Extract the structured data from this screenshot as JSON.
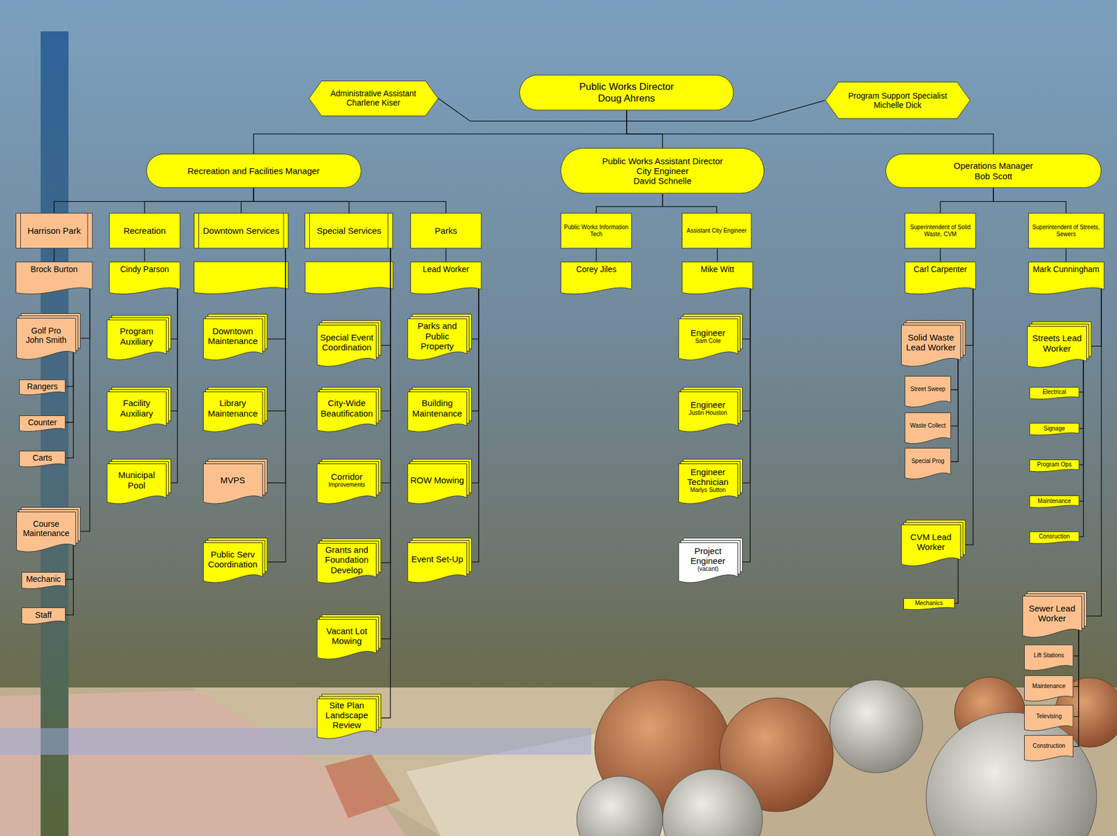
{
  "diagram": {
    "nodes": [
      {
        "text": [
          "Administrative Assistant",
          "Charlene Kiser"
        ]
      },
      {
        "text": [
          "Public Works Director",
          "Doug Ahrens"
        ]
      },
      {
        "text": [
          "Program Support Specialist",
          "Michelle Dick"
        ]
      },
      {
        "text": [
          "Recreation and Facilities Manager"
        ]
      },
      {
        "text": [
          "Public Works Assistant Director",
          "City Engineer",
          "David Schnelle"
        ]
      },
      {
        "text": [
          "Operations Manager",
          "Bob Scott"
        ]
      },
      {
        "text": [
          "Harrison Park"
        ]
      },
      {
        "text": [
          "Recreation"
        ]
      },
      {
        "text": [
          "Downtown Services"
        ]
      },
      {
        "text": [
          "Special Services"
        ]
      },
      {
        "text": [
          "Parks"
        ]
      },
      {
        "text": [
          "Public Works Information Tech"
        ]
      },
      {
        "text": [
          "Assistant City Engineer"
        ]
      },
      {
        "text": [
          "Superintendent of Solid Waste, CVM"
        ]
      },
      {
        "text": [
          "Superintendent of Streets, Sewers"
        ]
      },
      {
        "text": [
          "Brock Burton"
        ]
      },
      {
        "text": [
          "Cindy Parson"
        ]
      },
      {
        "text": [
          "Lead Worker"
        ]
      },
      {
        "text": [
          "Corey Jiles"
        ]
      },
      {
        "text": [
          "Mike Witt"
        ]
      },
      {
        "text": [
          "Carl Carpenter"
        ]
      },
      {
        "text": [
          "Mark Cunningham"
        ]
      },
      {
        "text": [
          "Golf Pro",
          "John Smith"
        ]
      },
      {
        "text": [
          "Rangers"
        ]
      },
      {
        "text": [
          "Counter"
        ]
      },
      {
        "text": [
          "Carts"
        ]
      },
      {
        "text": [
          "Course Maintenance"
        ]
      },
      {
        "text": [
          "Mechanic"
        ]
      },
      {
        "text": [
          "Staff"
        ]
      },
      {
        "text": [
          "Program Auxiliary"
        ]
      },
      {
        "text": [
          "Facility Auxiliary"
        ]
      },
      {
        "text": [
          "Municipal Pool"
        ]
      },
      {
        "text": [
          "Downtown Maintenance"
        ]
      },
      {
        "text": [
          "Library Maintenance"
        ]
      },
      {
        "text": [
          "MVPS"
        ]
      },
      {
        "text": [
          "Public Serv Coordination"
        ]
      },
      {
        "text": [
          "Special Event Coordination"
        ]
      },
      {
        "text": [
          "City-Wide Beautification"
        ]
      },
      {
        "text": [
          "Corridor",
          "Improvements"
        ]
      },
      {
        "text": [
          "Grants and Foundation Develop"
        ]
      },
      {
        "text": [
          "Vacant Lot Mowing"
        ]
      },
      {
        "text": [
          "Site Plan Landscape Review"
        ]
      },
      {
        "text": [
          "Parks and Public Property"
        ]
      },
      {
        "text": [
          "Building Maintenance"
        ]
      },
      {
        "text": [
          "ROW Mowing"
        ]
      },
      {
        "text": [
          "Event Set-Up"
        ]
      },
      {
        "text": [
          "Engineer",
          "Sam Cole"
        ]
      },
      {
        "text": [
          "Engineer",
          "Justin Houston"
        ]
      },
      {
        "text": [
          "Engineer Technician",
          "Marlys Sutton"
        ]
      },
      {
        "text": [
          "Project Engineer",
          "(vacant)"
        ]
      },
      {
        "text": [
          "Solid Waste Lead Worker"
        ]
      },
      {
        "text": [
          "Street Sweep"
        ]
      },
      {
        "text": [
          "Waste Collect"
        ]
      },
      {
        "text": [
          "Special Prog"
        ]
      },
      {
        "text": [
          "CVM Lead Worker"
        ]
      },
      {
        "text": [
          "Mechanics"
        ]
      },
      {
        "text": [
          "Streets Lead Worker"
        ]
      },
      {
        "text": [
          "Electrical"
        ]
      },
      {
        "text": [
          "Signage"
        ]
      },
      {
        "text": [
          "Program Ops"
        ]
      },
      {
        "text": [
          "Maintenance"
        ]
      },
      {
        "text": [
          "Consruction"
        ]
      },
      {
        "text": [
          "Sewer Lead Worker"
        ]
      },
      {
        "text": [
          "Lift Stations"
        ]
      },
      {
        "text": [
          "Maintenance"
        ]
      },
      {
        "text": [
          "Televising"
        ]
      },
      {
        "text": [
          "Construction"
        ]
      }
    ],
    "edges": [
      {
        "from": 1,
        "to": 0,
        "arrow": "none"
      },
      {
        "from": 1,
        "to": 2,
        "arrow": "none"
      },
      {
        "from": 1,
        "to": 3,
        "arrow": "none"
      },
      {
        "from": 1,
        "to": 4,
        "arrow": "none"
      },
      {
        "from": 1,
        "to": 5,
        "arrow": "none"
      },
      {
        "from": 3,
        "to": 6,
        "arrow": "none"
      },
      {
        "from": 3,
        "to": 7,
        "arrow": "none"
      },
      {
        "from": 3,
        "to": 8,
        "arrow": "none"
      },
      {
        "from": 3,
        "to": 9,
        "arrow": "none"
      },
      {
        "from": 3,
        "to": 10,
        "arrow": "none"
      },
      {
        "from": 4,
        "to": 11,
        "arrow": "none"
      },
      {
        "from": 4,
        "to": 12,
        "arrow": "none"
      },
      {
        "from": 5,
        "to": 13,
        "arrow": "none"
      },
      {
        "from": 5,
        "to": 14,
        "arrow": "none"
      },
      {
        "from": 6,
        "to": 15,
        "arrow": "none"
      },
      {
        "from": 7,
        "to": 16,
        "arrow": "none"
      },
      {
        "from": 10,
        "to": 17,
        "arrow": "none"
      },
      {
        "from": 11,
        "to": 18,
        "arrow": "none"
      },
      {
        "from": 12,
        "to": 19,
        "arrow": "none"
      },
      {
        "from": 13,
        "to": 20,
        "arrow": "none"
      },
      {
        "from": 14,
        "to": 21,
        "arrow": "none"
      },
      {
        "from": 15,
        "to": 22,
        "arrow": "none"
      },
      {
        "from": 22,
        "to": 23,
        "arrow": "none"
      },
      {
        "from": 22,
        "to": 24,
        "arrow": "none"
      },
      {
        "from": 22,
        "to": 25,
        "arrow": "none"
      },
      {
        "from": 15,
        "to": 26,
        "arrow": "none"
      },
      {
        "from": 26,
        "to": 27,
        "arrow": "none"
      },
      {
        "from": 26,
        "to": 28,
        "arrow": "none"
      },
      {
        "from": 16,
        "to": 29,
        "arrow": "none"
      },
      {
        "from": 16,
        "to": 30,
        "arrow": "none"
      },
      {
        "from": 16,
        "to": 31,
        "arrow": "none"
      },
      {
        "from": 8,
        "to": 32,
        "arrow": "none"
      },
      {
        "from": 8,
        "to": 33,
        "arrow": "none"
      },
      {
        "from": 8,
        "to": 34,
        "arrow": "none"
      },
      {
        "from": 8,
        "to": 35,
        "arrow": "none"
      },
      {
        "from": 9,
        "to": 36,
        "arrow": "none"
      },
      {
        "from": 9,
        "to": 37,
        "arrow": "none"
      },
      {
        "from": 9,
        "to": 38,
        "arrow": "none"
      },
      {
        "from": 9,
        "to": 39,
        "arrow": "none"
      },
      {
        "from": 9,
        "to": 40,
        "arrow": "none"
      },
      {
        "from": 9,
        "to": 41,
        "arrow": "none"
      },
      {
        "from": 17,
        "to": 42,
        "arrow": "none"
      },
      {
        "from": 17,
        "to": 43,
        "arrow": "none"
      },
      {
        "from": 17,
        "to": 44,
        "arrow": "none"
      },
      {
        "from": 17,
        "to": 45,
        "arrow": "none"
      },
      {
        "from": 19,
        "to": 46,
        "arrow": "none"
      },
      {
        "from": 19,
        "to": 47,
        "arrow": "none"
      },
      {
        "from": 19,
        "to": 48,
        "arrow": "none"
      },
      {
        "from": 19,
        "to": 49,
        "arrow": "none"
      },
      {
        "from": 20,
        "to": 50,
        "arrow": "none"
      },
      {
        "from": 50,
        "to": 51,
        "arrow": "none"
      },
      {
        "from": 50,
        "to": 52,
        "arrow": "none"
      },
      {
        "from": 50,
        "to": 53,
        "arrow": "none"
      },
      {
        "from": 20,
        "to": 54,
        "arrow": "none"
      },
      {
        "from": 54,
        "to": 55,
        "arrow": "none"
      },
      {
        "from": 21,
        "to": 56,
        "arrow": "none"
      },
      {
        "from": 56,
        "to": 57,
        "arrow": "none"
      },
      {
        "from": 56,
        "to": 58,
        "arrow": "none"
      },
      {
        "from": 56,
        "to": 59,
        "arrow": "none"
      },
      {
        "from": 56,
        "to": 60,
        "arrow": "none"
      },
      {
        "from": 56,
        "to": 61,
        "arrow": "none"
      },
      {
        "from": 21,
        "to": 62,
        "arrow": "none"
      },
      {
        "from": 62,
        "to": 63,
        "arrow": "none"
      },
      {
        "from": 62,
        "to": 64,
        "arrow": "none"
      },
      {
        "from": 62,
        "to": 65,
        "arrow": "none"
      },
      {
        "from": 62,
        "to": 66,
        "arrow": "none"
      }
    ]
  }
}
